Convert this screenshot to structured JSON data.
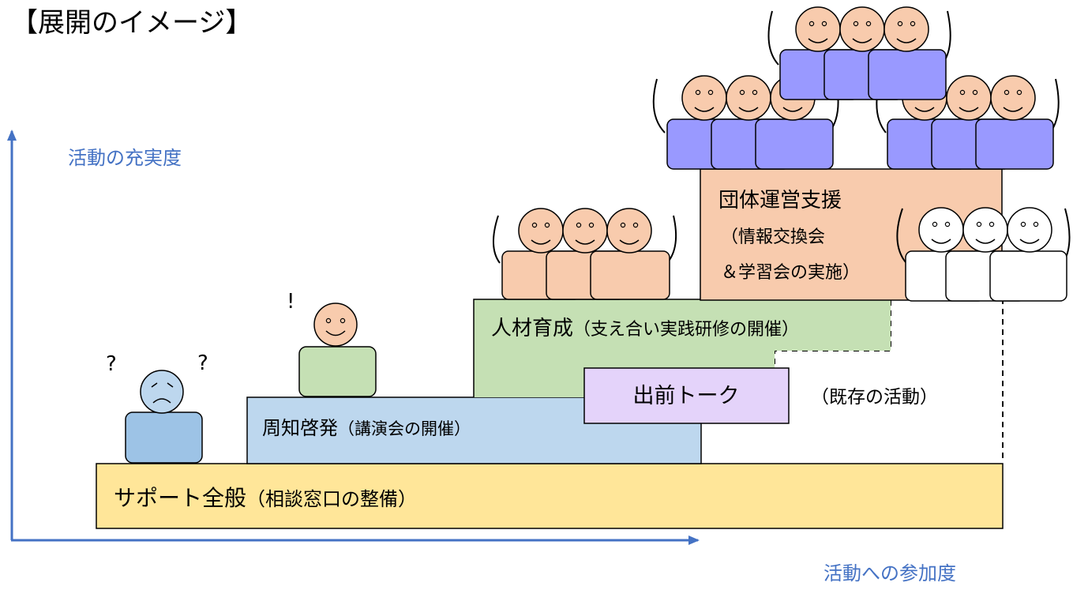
{
  "title": "【展開のイメージ】",
  "axes": {
    "y_label": "活動の充実度",
    "x_label": "活動への参加度",
    "color": "#4472c4"
  },
  "blocks": {
    "support": {
      "label": "サポート全般",
      "sub": "（相談窓口の整備）",
      "fill": "#ffe699"
    },
    "awareness": {
      "label": "周知啓発",
      "sub": "（講演会の開催）",
      "fill": "#bdd7ee"
    },
    "training": {
      "label": "人材育成",
      "sub": "（支え合い実践研修の開催）",
      "fill": "#c5e0b4"
    },
    "talk": {
      "label": "出前トーク",
      "fill": "#e4d3fa"
    },
    "existing_note": "（既存の活動）",
    "group_support": {
      "line1": "団体運営支援",
      "line2": "（情報交換会",
      "line3": "＆学習会の実施）",
      "fill": "#f8cbad"
    }
  },
  "marks": {
    "question_left": "?",
    "question_right": "?",
    "exclamation": "!"
  },
  "people_colors": {
    "face": "#f8cbad",
    "puzzled_face": "#bdd7ee",
    "puzzled_body": "#9dc3e6",
    "curious_body": "#c5e0b4",
    "trainee_body": "#f8cbad",
    "leader_body": "#9999ff",
    "future_body": "#ffffff"
  }
}
